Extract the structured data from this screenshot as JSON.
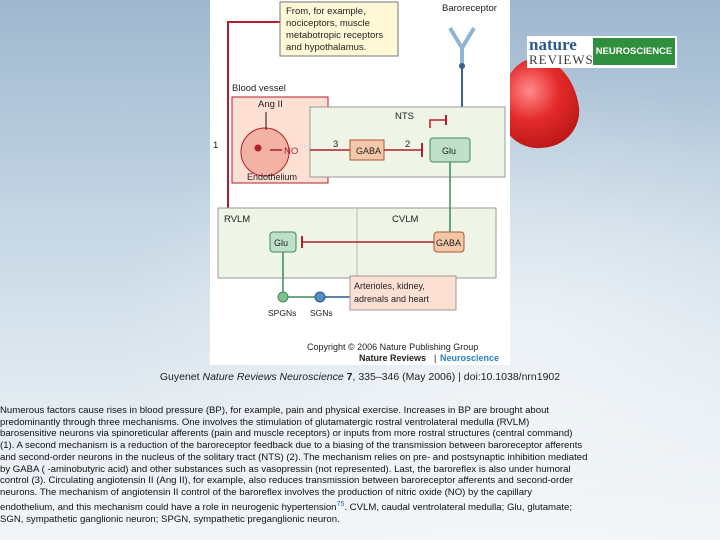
{
  "logo": {
    "word1": "nature",
    "word2": "REVIEWS",
    "badge": "NEUROSCIENCE"
  },
  "figure": {
    "from_box": [
      "From, for example,",
      "nociceptors, muscle",
      "metabotropic receptors",
      "and hypothalamus."
    ],
    "baroreceptor": "Baroreceptor",
    "blood_vessel": "Blood vessel",
    "ang_ii": "Ang II",
    "no": "NO",
    "endothelium": "Endothelium",
    "num1": "1",
    "num2": "2",
    "num3": "3",
    "nts": "NTS",
    "gaba": "GABA",
    "glu": "Glu",
    "rvlm": "RVLM",
    "cvlm": "CVLM",
    "arterioles": [
      "Arterioles, kidney,",
      "adrenals and heart"
    ],
    "spgns": "SPGNs",
    "sgns": "SGNs",
    "copyright": "Copyright © 2006 Nature Publishing Group",
    "nr_label_a": "Nature Reviews",
    "nr_label_b": "Neuroscience"
  },
  "caption": {
    "author": "Guyenet ",
    "journal": "Nature Reviews Neuroscience",
    "volume": "7",
    "rest": ", 335–346 (May 2006) | doi:10.1038/nrn1902"
  },
  "body": {
    "lines": [
      "Numerous factors cause rises in blood pressure (BP), for example, pain and physical exercise. Increases in BP are brought about",
      "predominantly through three mechanisms. One involves the stimulation of glutamatergic rostral ventrolateral medulla (RVLM)",
      "barosensitive neurons via spinoreticular afferents (pain and muscle receptors) or inputs from more rostral structures (central command)",
      "(1). A second mechanism is a reduction of the baroreceptor feedback due to a biasing of the transmission between baroreceptor afferents",
      "and second-order neurons in the nucleus of the solitary tract (NTS) (2). The mechanism relies on pre- and postsynaptic inhibition mediated",
      "by GABA (   -aminobutyric acid) and other substances such as vasopressin (not represented). Last, the baroreflex is also under humoral",
      "control (3). Circulating angiotensin II (Ang II), for example, also reduces transmission between baroreceptor afferents and second-order",
      "neurons. The mechanism of angiotensin II control of the baroreflex involves the production of nitric oxide (NO) by the capillary"
    ],
    "line9_a": "endothelium, and this mechanism could have a role in neurogenic hypertension",
    "cite": "75",
    "line9_b": ". CVLM, caudal ventrolateral medulla; Glu, glutamate;",
    "line10": "SGN, sympathetic ganglionic neuron; SPGN, sympathetic preganglionic neuron."
  }
}
